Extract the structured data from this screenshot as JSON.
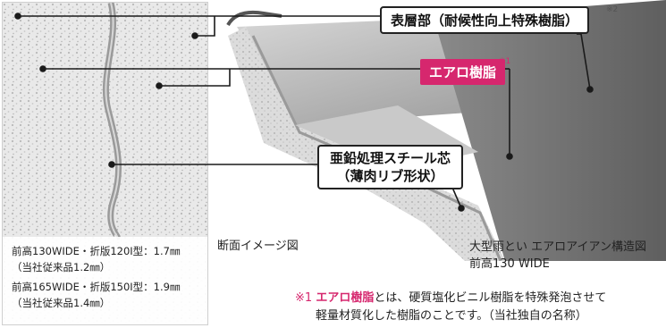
{
  "callouts": {
    "surface_layer": "表層部（耐候性向上特殊樹脂）",
    "surface_layer_mark": "※2",
    "aero_resin": "エアロ樹脂",
    "aero_resin_mark": "※1",
    "steel_core_line1": "亜鉛処理スチール芯",
    "steel_core_line2": "（薄肉リブ形状）"
  },
  "cross_section": {
    "caption": "断面イメージ図",
    "specs": [
      "前高130WIDE・折版120I型：1.7㎜",
      "（当社従来品1.2㎜）",
      "前高165WIDE・折版150I型：1.9㎜",
      "（当社従来品1.4㎜）"
    ]
  },
  "product": {
    "caption_line1": "大型雨とい エアロアイアン構造図",
    "caption_line2": "前高130 WIDE"
  },
  "footnote": {
    "mark": "※1",
    "term": "エアロ樹脂",
    "line1_rest": "とは、硬質塩化ビニル樹脂を特殊発泡させて",
    "line2": "軽量材質化した樹脂のことです。（当社独自の名称）"
  },
  "colors": {
    "accent_pink": "#d6276e",
    "leader_line": "#1a1a1a",
    "foam_gray": "#e9e9e9",
    "steel_gray": "#9a9a9a"
  }
}
